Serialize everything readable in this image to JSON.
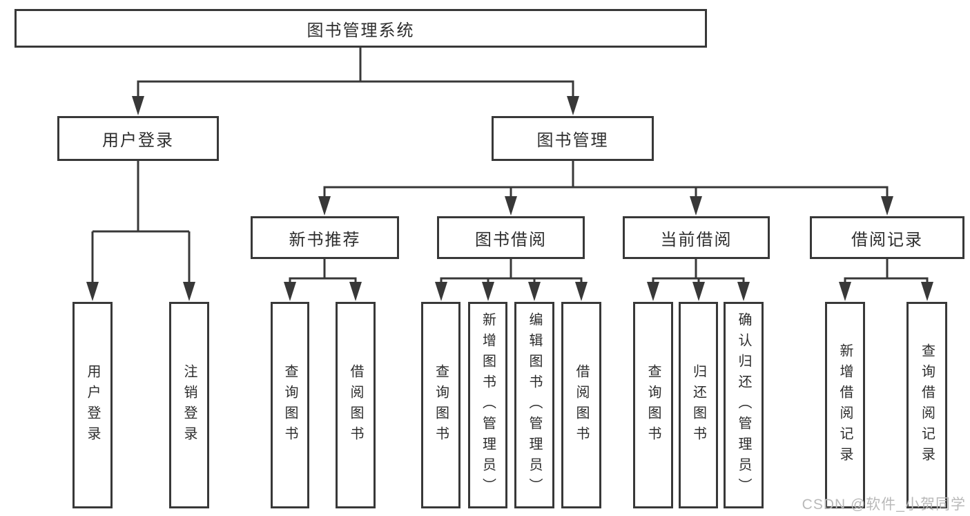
{
  "watermark": "CSDN @软件_小贺同学",
  "colors": {
    "line": "#383838",
    "box_border": "#383838",
    "text": "#2d2d2d",
    "watermark": "#b9b9b9",
    "background": "#ffffff"
  },
  "tree": {
    "label": "图书管理系统",
    "children": [
      {
        "label": "用户登录",
        "children": [
          {
            "label": "用户登录"
          },
          {
            "label": "注销登录"
          }
        ]
      },
      {
        "label": "图书管理",
        "children": [
          {
            "label": "新书推荐",
            "children": [
              {
                "label": "查询图书"
              },
              {
                "label": "借阅图书"
              }
            ]
          },
          {
            "label": "图书借阅",
            "children": [
              {
                "label": "查询图书"
              },
              {
                "label": "新增图书（管理员）"
              },
              {
                "label": "编辑图书（管理员）"
              },
              {
                "label": "借阅图书"
              }
            ]
          },
          {
            "label": "当前借阅",
            "children": [
              {
                "label": "查询图书"
              },
              {
                "label": "归还图书"
              },
              {
                "label": "确认归还（管理员）"
              }
            ]
          },
          {
            "label": "借阅记录",
            "children": [
              {
                "label": "新增借阅记录"
              },
              {
                "label": "查询借阅记录"
              }
            ]
          }
        ]
      }
    ]
  }
}
